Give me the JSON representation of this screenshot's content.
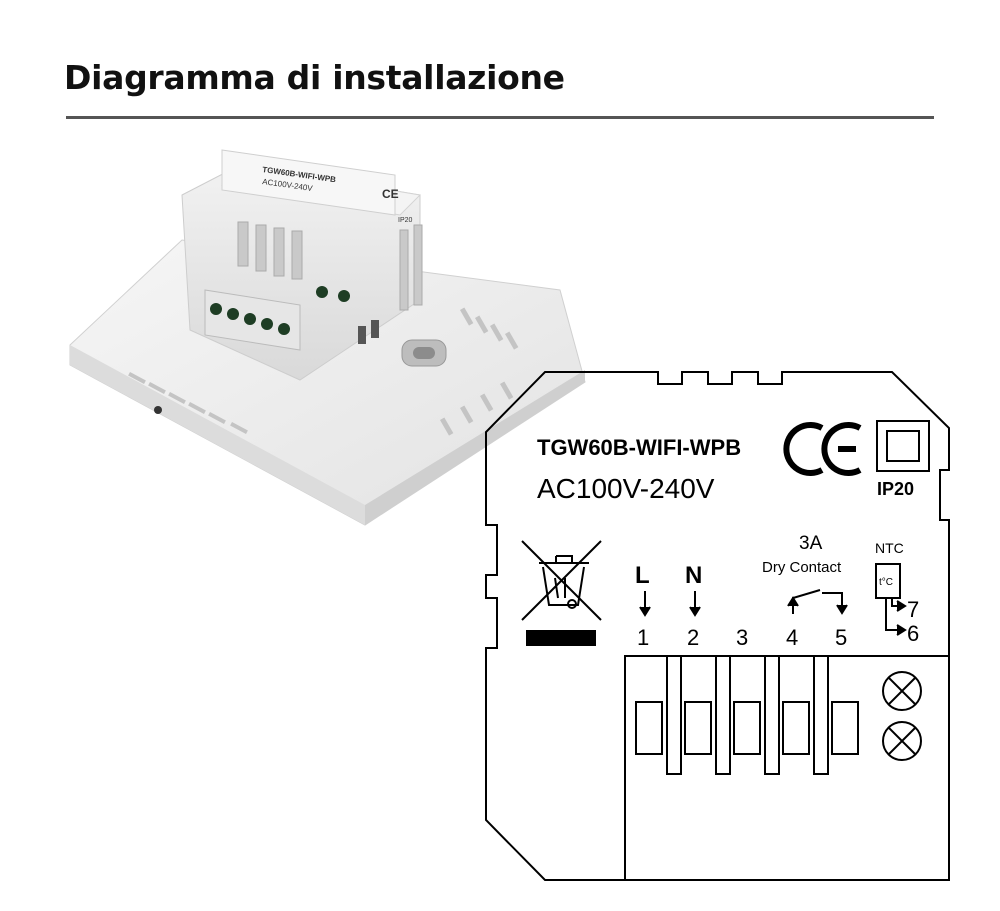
{
  "page": {
    "title": "Diagramma di installazione"
  },
  "device": {
    "model": "TGW60B-WIFI-WPB",
    "voltage": "AC100V-240V",
    "ce_mark": "CE",
    "ip_rating": "IP20",
    "relay_rating": "3A",
    "relay_type": "Dry Contact",
    "sensor": "NTC",
    "sensor_symbol": "t°C"
  },
  "terminals": {
    "line": {
      "letter": "L",
      "number": "1"
    },
    "neutral": {
      "letter": "N",
      "number": "2"
    },
    "t3": "3",
    "t4": "4",
    "t5": "5",
    "t6": "6",
    "t7": "7"
  },
  "colors": {
    "ink": "#000000",
    "device_body": "#ececec",
    "terminal_green": "#1e3d24"
  }
}
